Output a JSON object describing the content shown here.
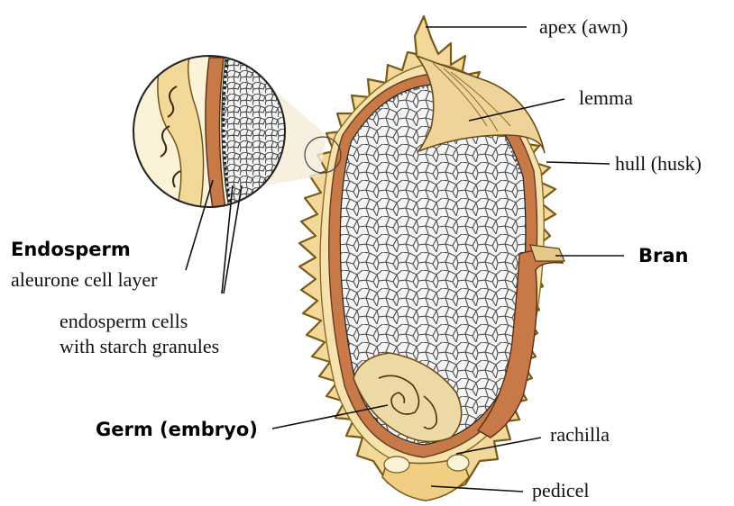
{
  "labels": {
    "apex": "apex (awn)",
    "lemma": "lemma",
    "hull": "hull (husk)",
    "bran": "Bran",
    "endosperm_title": "Endosperm",
    "aleurone": "aleurone cell layer",
    "endosperm_cells_line1": "endosperm cells",
    "endosperm_cells_line2": "with starch granules",
    "germ": "Germ (embryo)",
    "rachilla": "rachilla",
    "pedicel": "pedicel"
  },
  "colors": {
    "hull": "#f3d999",
    "hull_edge": "#7a5a1a",
    "bran": "#c77a48",
    "cells": "#f2f2f2",
    "cell_edge": "#4a4a4a",
    "germ": "#edd9a6"
  }
}
